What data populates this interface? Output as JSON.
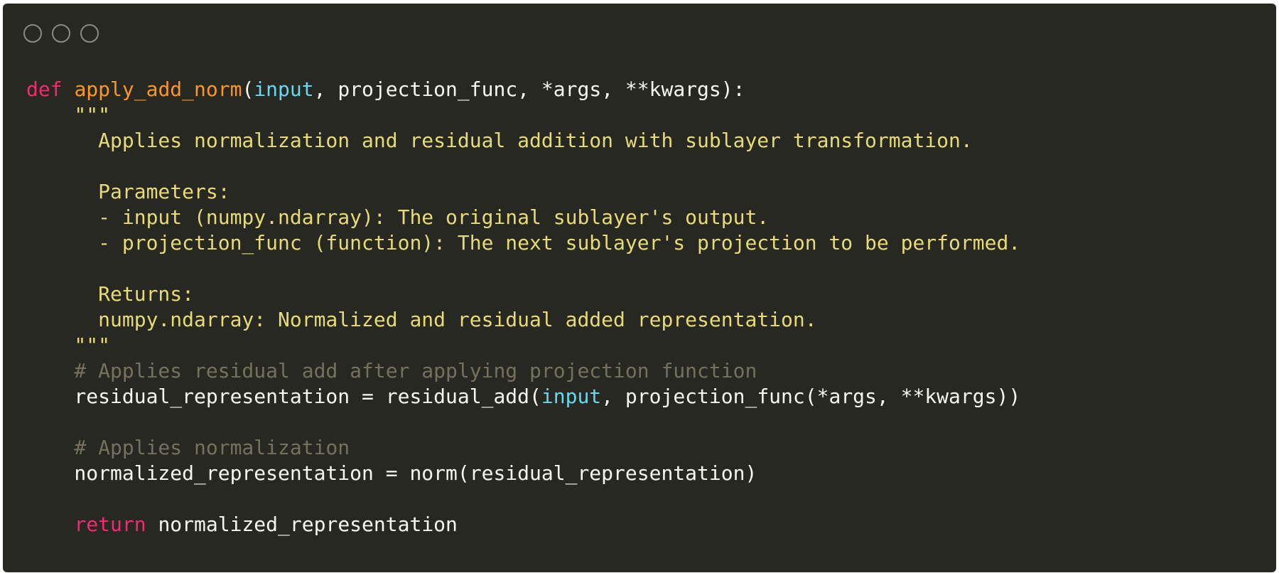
{
  "window": {
    "background": "#272822",
    "controls": [
      "close-button",
      "minimize-button",
      "zoom-button"
    ]
  },
  "colors": {
    "keyword": "#f92672",
    "function": "#fd971f",
    "parameter": "#66d9ef",
    "string": "#e6db74",
    "comment": "#75715e",
    "text": "#f8f8f2"
  },
  "code": {
    "l0": {
      "kw": "def",
      "sp": " ",
      "fn": "apply_add_norm",
      "p1": "(",
      "param": "input",
      "rest": ", projection_func, *args, **kwargs):"
    },
    "l1": "    \"\"\"",
    "l2": "      Applies normalization and residual addition with sublayer transformation.",
    "l3": "",
    "l4": "      Parameters:",
    "l5": "      - input (numpy.ndarray): The original sublayer's output.",
    "l6": "      - projection_func (function): The next sublayer's projection to be performed.",
    "l7": "",
    "l8": "      Returns:",
    "l9": "      numpy.ndarray: Normalized and residual added representation.",
    "l10": "    \"\"\"",
    "l11": "    # Applies residual add after applying projection function",
    "l12": {
      "a": "    residual_representation = residual_add(",
      "param": "input",
      "b": ", projection_func(*args, **kwargs))"
    },
    "l13": "",
    "l14": "    # Applies normalization",
    "l15": "    normalized_representation = norm(residual_representation)",
    "l16": "",
    "l17": {
      "indent": "    ",
      "kw": "return",
      "rest": " normalized_representation"
    }
  }
}
